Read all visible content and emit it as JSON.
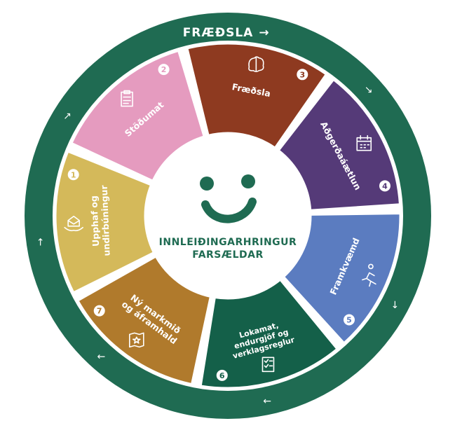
{
  "outer_label": "FRÆÐSLA",
  "center": {
    "title_line1": "INNLEIÐINGARHRINGUR",
    "title_line2": "FARSÆLDAR"
  },
  "colors": {
    "ring": "#1f6b52",
    "ring_light": "#bfe3cf",
    "center_green": "#1f6b52",
    "segment_1": "#d4b95a",
    "segment_2": "#e59bbf",
    "segment_3": "#8e3a20",
    "segment_4": "#553a78",
    "segment_5": "#5b7cc0",
    "segment_6": "#146049",
    "segment_7": "#b07a2c"
  },
  "segments": [
    {
      "number": "1",
      "lines": [
        "Upphaf og",
        "undirbúningur"
      ],
      "icon": "hands-box-icon"
    },
    {
      "number": "2",
      "lines": [
        "Stöðumat"
      ],
      "icon": "clipboard-icon"
    },
    {
      "number": "3",
      "lines": [
        "Fræðsla"
      ],
      "icon": "brain-icon"
    },
    {
      "number": "4",
      "lines": [
        "Aðgerðaáætlun"
      ],
      "icon": "calendar-icon"
    },
    {
      "number": "5",
      "lines": [
        "Framkvæmd"
      ],
      "icon": "running-person-icon"
    },
    {
      "number": "6",
      "lines": [
        "Lokamat,",
        "endurgjöf og",
        "verklagsreglur"
      ],
      "icon": "checklist-icon"
    },
    {
      "number": "7",
      "lines": [
        "Ný markmið",
        "og áframhald"
      ],
      "icon": "star-map-icon"
    }
  ]
}
